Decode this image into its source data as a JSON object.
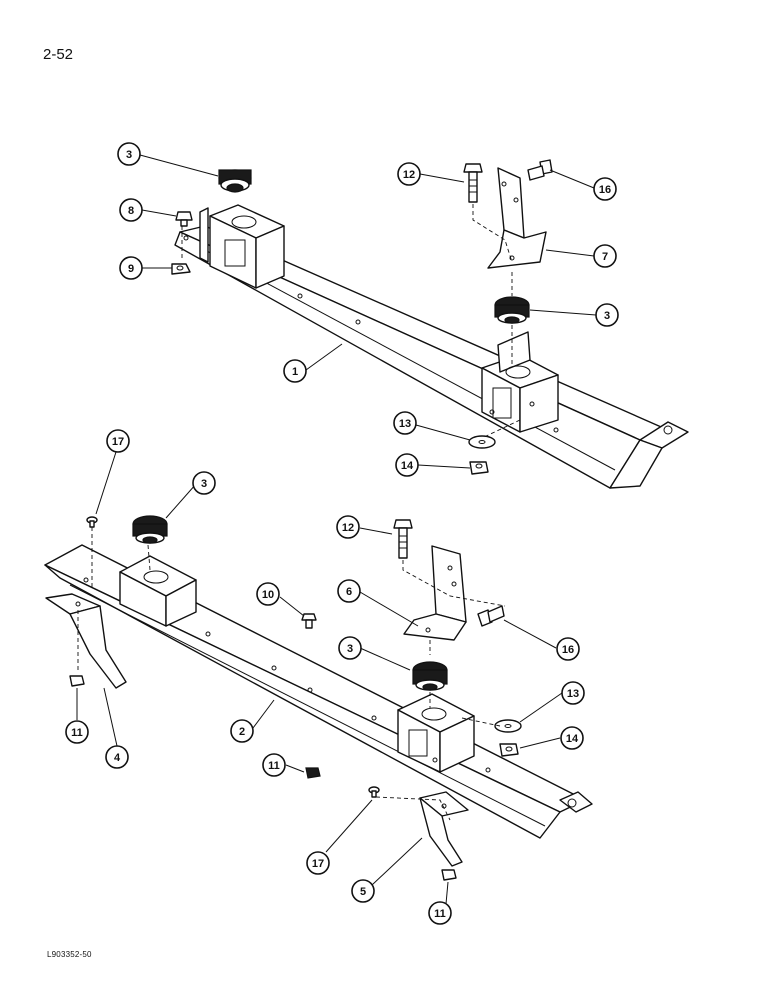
{
  "page_number": "2-52",
  "drawing_code": "L903352-50",
  "callouts": {
    "c1": "1",
    "c2": "2",
    "c3a": "3",
    "c3b": "3",
    "c3c": "3",
    "c3d": "3",
    "c4": "4",
    "c5": "5",
    "c6": "6",
    "c7": "7",
    "c8": "8",
    "c9": "9",
    "c10": "10",
    "c11a": "11",
    "c11b": "11",
    "c11c": "11",
    "c12a": "12",
    "c12b": "12",
    "c13a": "13",
    "c13b": "13",
    "c14a": "14",
    "c14b": "14",
    "c16a": "16",
    "c16b": "16",
    "c17a": "17",
    "c17b": "17"
  }
}
